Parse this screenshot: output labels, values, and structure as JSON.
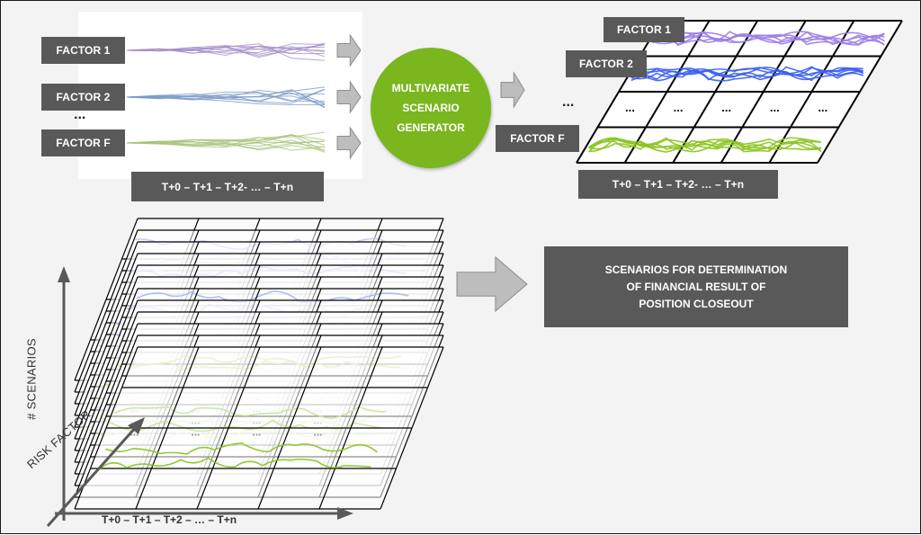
{
  "factors_in": [
    "FACTOR 1",
    "FACTOR 2",
    "FACTOR F"
  ],
  "factors_out": [
    "FACTOR 1",
    "FACTOR 2",
    "FACTOR F"
  ],
  "ellipsis": "...",
  "grid_dots": "...",
  "time_axis_top": "T+0 – T+1 – T+2- … – T+n",
  "time_axis_bottom": "T+0 – T+1 – T+2 – … – T+n",
  "generator": {
    "line1": "MULTIVARIATE",
    "line2": "SCENARIO",
    "line3": "GENERATOR"
  },
  "result": {
    "line1": "SCENARIOS FOR DETERMINATION",
    "line2": "OF FINANCIAL RESULT OF",
    "line3": "POSITION CLOSEOUT"
  },
  "axis_y": "# SCENARIOS",
  "axis_risk": "RISK FACTOR",
  "colors": {
    "purple": "#9b7fe8",
    "blue": "#3a5ef0",
    "green": "#8ac41e",
    "label_bg": "#595959",
    "arrow": "#bdbdbd"
  }
}
